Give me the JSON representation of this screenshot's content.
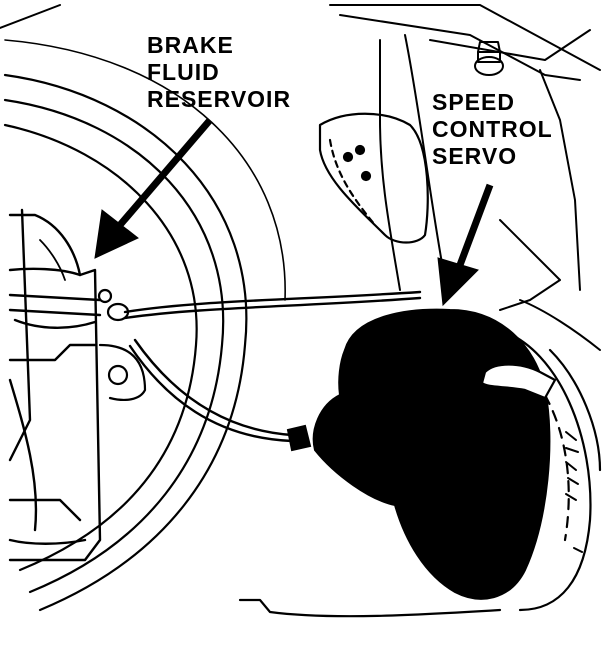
{
  "labels": {
    "brake_fluid_reservoir": [
      "BRAKE",
      "FLUID",
      "RESERVOIR"
    ],
    "speed_control_servo": [
      "SPEED",
      "CONTROL",
      "SERVO"
    ]
  },
  "colors": {
    "ink": "#000000",
    "paper": "#ffffff"
  }
}
